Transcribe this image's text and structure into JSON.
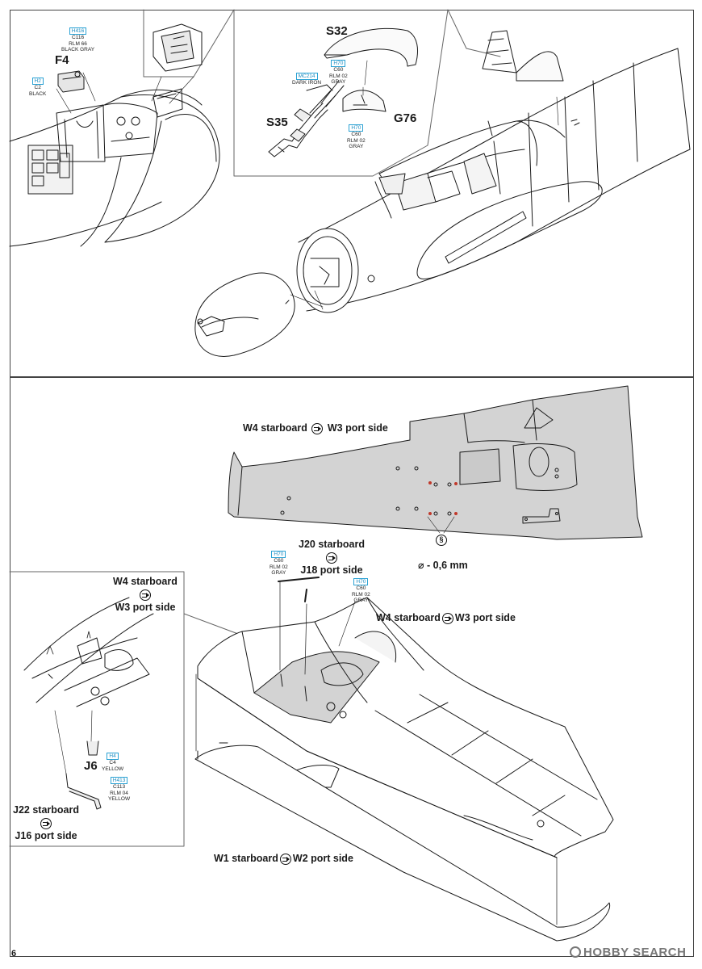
{
  "page": {
    "number": "6"
  },
  "watermark": {
    "text": "HOBBY SEARCH"
  },
  "parts": {
    "f4": "F4",
    "s32": "S32",
    "s35": "S35",
    "g76": "G76",
    "j6": "J6"
  },
  "paint_callouts": {
    "f4_top": {
      "code": "H416",
      "ref": "C116",
      "line1": "RLM 66",
      "line2": "BLACK GRAY"
    },
    "f4_side": {
      "code": "H2",
      "ref": "C2",
      "line1": "BLACK",
      "line2": ""
    },
    "s32": {
      "code": "H70",
      "ref": "C60",
      "line1": "RLM 02",
      "line2": "GRAY"
    },
    "s35": {
      "code": "MC214",
      "ref": "",
      "line1": "DARK IRON",
      "line2": ""
    },
    "g76": {
      "code": "H70",
      "ref": "C60",
      "line1": "RLM 02",
      "line2": "GRAY"
    },
    "j20": {
      "code": "H70",
      "ref": "C60",
      "line1": "RLM 02",
      "line2": "GRAY"
    },
    "wing_inner": {
      "code": "H70",
      "ref": "C60",
      "line1": "RLM 02",
      "line2": "GRAY"
    },
    "j6": {
      "code": "H4",
      "ref": "C4",
      "line1": "YELLOW",
      "line2": ""
    },
    "j22": {
      "code": "H413",
      "ref": "C113",
      "line1": "RLM 04",
      "line2": "YELLOW"
    }
  },
  "steps": {
    "upper_wing": {
      "a": "W4 starboard",
      "b": "W3 port side"
    },
    "j20_j18": {
      "a": "J20 starboard",
      "b": "J18 port side"
    },
    "inset_w4": {
      "a": "W4 starboard",
      "b": "W3 port side"
    },
    "wing_right": {
      "a": "W4 starboard",
      "b": "W3 port side"
    },
    "j22_j16": {
      "a": "J22 starboard",
      "b": "J16 port side"
    },
    "lower_wing": {
      "a": "W1 starboard",
      "b": "W2 port side"
    }
  },
  "drill": {
    "label": "- 0,6 mm",
    "icon": "drill-icon"
  },
  "colors": {
    "callout_blue": "#2ba2d4",
    "shade": "#d3d3d3",
    "line": "#1a1a1a"
  }
}
